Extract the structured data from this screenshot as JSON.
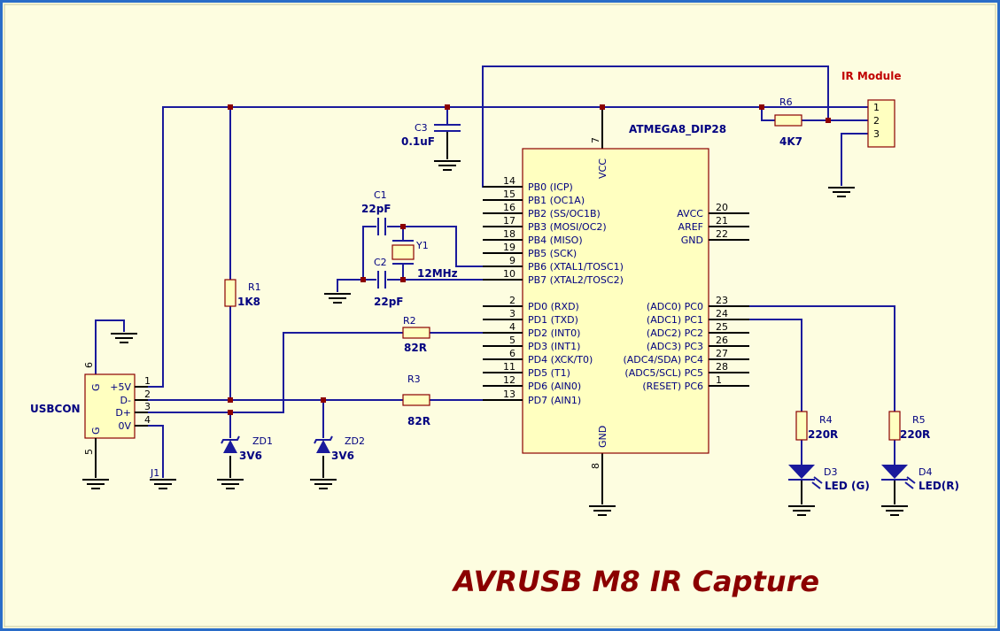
{
  "title": "AVRUSB M8 IR Capture",
  "colors": {
    "background": "#fdfde0",
    "wire": "#1a1a9c",
    "part_fill": "#ffffc0",
    "part_outline": "#8b0000",
    "title": "#8b0000"
  },
  "mcu": {
    "name": "ATMEGA8_DIP28",
    "vcc": "VCC",
    "vcc_pin": "7",
    "gnd": "GND",
    "gnd_pin": "8",
    "left_pins": [
      {
        "num": "14",
        "name": "PB0 (ICP)"
      },
      {
        "num": "15",
        "name": "PB1 (OC1A)"
      },
      {
        "num": "16",
        "name": "PB2 (SS/OC1B)"
      },
      {
        "num": "17",
        "name": "PB3 (MOSI/OC2)"
      },
      {
        "num": "18",
        "name": "PB4 (MISO)"
      },
      {
        "num": "19",
        "name": "PB5 (SCK)"
      },
      {
        "num": "9",
        "name": "PB6 (XTAL1/TOSC1)"
      },
      {
        "num": "10",
        "name": "PB7 (XTAL2/TOSC2)"
      },
      {
        "num": "2",
        "name": "PD0 (RXD)"
      },
      {
        "num": "3",
        "name": "PD1 (TXD)"
      },
      {
        "num": "4",
        "name": "PD2 (INT0)"
      },
      {
        "num": "5",
        "name": "PD3 (INT1)"
      },
      {
        "num": "6",
        "name": "PD4 (XCK/T0)"
      },
      {
        "num": "11",
        "name": "PD5 (T1)"
      },
      {
        "num": "12",
        "name": "PD6 (AIN0)"
      },
      {
        "num": "13",
        "name": "PD7 (AIN1)"
      }
    ],
    "right_pins": [
      {
        "num": "20",
        "name": "AVCC"
      },
      {
        "num": "21",
        "name": "AREF"
      },
      {
        "num": "22",
        "name": "GND"
      },
      {
        "num": "23",
        "name": "(ADC0) PC0"
      },
      {
        "num": "24",
        "name": "(ADC1) PC1"
      },
      {
        "num": "25",
        "name": "(ADC2) PC2"
      },
      {
        "num": "26",
        "name": "(ADC3) PC3"
      },
      {
        "num": "27",
        "name": "(ADC4/SDA) PC4"
      },
      {
        "num": "28",
        "name": "(ADC5/SCL) PC5"
      },
      {
        "num": "1",
        "name": "(RESET) PC6"
      }
    ]
  },
  "usb": {
    "name": "USBCON",
    "ref": "J1",
    "pins": [
      {
        "num": "1",
        "name": "+5V"
      },
      {
        "num": "2",
        "name": "D-"
      },
      {
        "num": "3",
        "name": "D+"
      },
      {
        "num": "4",
        "name": "0V"
      }
    ],
    "shield_top": {
      "num": "6",
      "name": "G"
    },
    "shield_bottom": {
      "num": "5",
      "name": "G"
    }
  },
  "ir_module": {
    "name": "IR Module",
    "pins": [
      "1",
      "2",
      "3"
    ]
  },
  "components": {
    "r1": {
      "ref": "R1",
      "value": "1K8"
    },
    "r2": {
      "ref": "R2",
      "value": "82R"
    },
    "r3": {
      "ref": "R3",
      "value": "82R"
    },
    "r4": {
      "ref": "R4",
      "value": "220R"
    },
    "r5": {
      "ref": "R5",
      "value": "220R"
    },
    "r6": {
      "ref": "R6",
      "value": "4K7"
    },
    "c1": {
      "ref": "C1",
      "value": "22pF"
    },
    "c2": {
      "ref": "C2",
      "value": "22pF"
    },
    "c3": {
      "ref": "C3",
      "value": "0.1uF"
    },
    "y1": {
      "ref": "Y1",
      "value": "12MHz"
    },
    "zd1": {
      "ref": "ZD1",
      "value": "3V6"
    },
    "zd2": {
      "ref": "ZD2",
      "value": "3V6"
    },
    "d3": {
      "ref": "D3",
      "value": "LED (G)"
    },
    "d4": {
      "ref": "D4",
      "value": "LED(R)"
    }
  }
}
